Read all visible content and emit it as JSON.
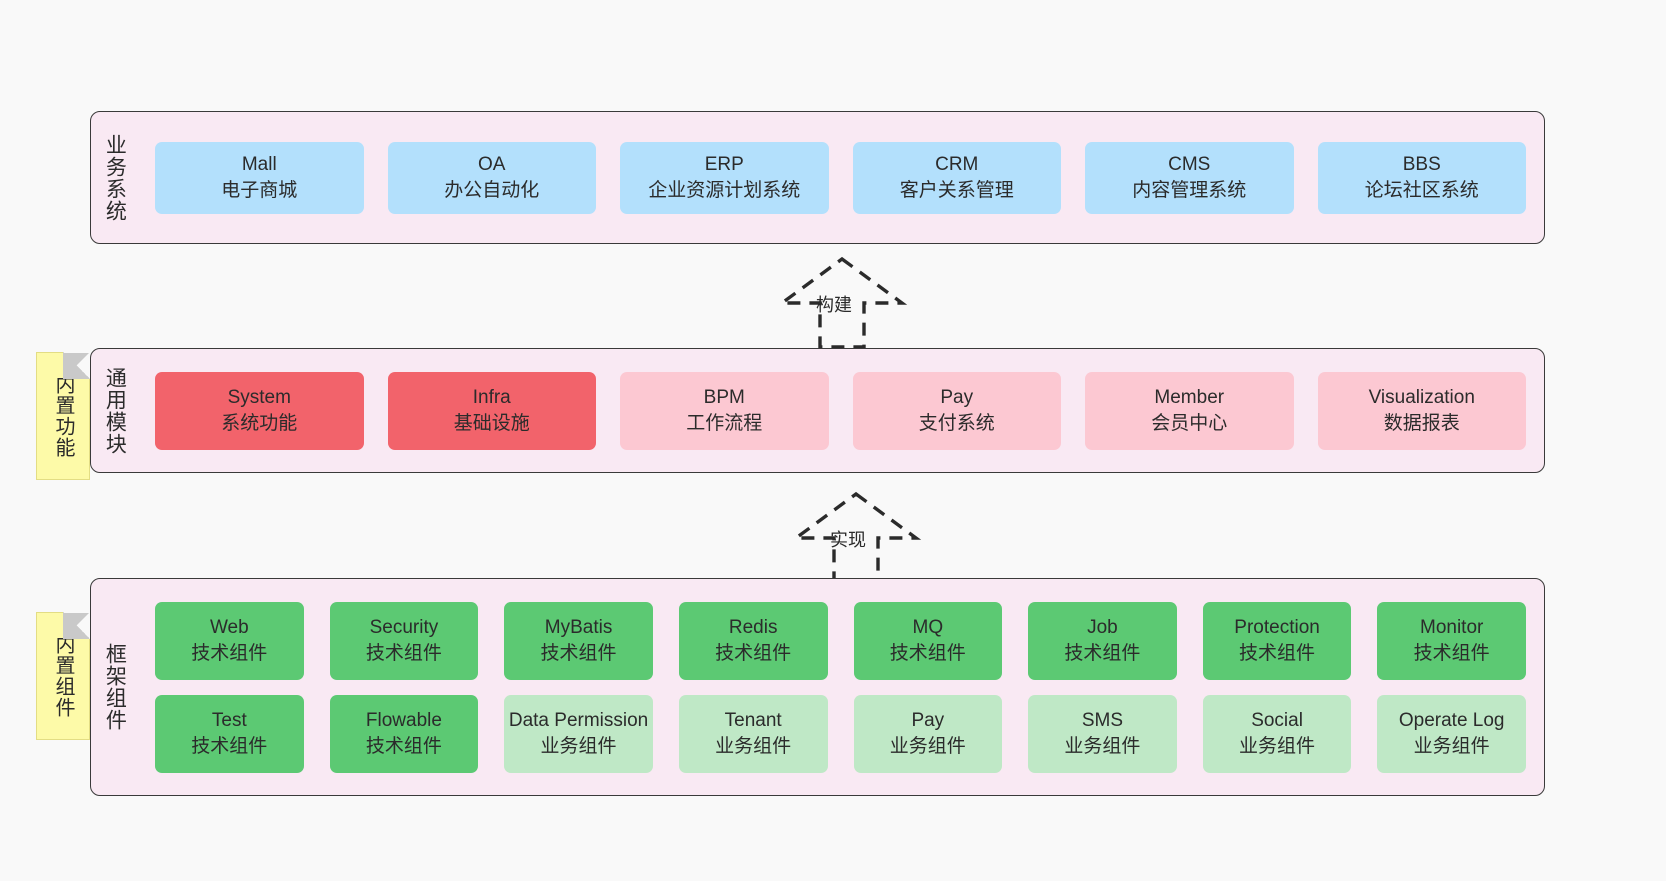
{
  "diagram": {
    "title": "System Architecture Layers",
    "background": "#f9f9f9",
    "colors": {
      "container_bg": "#f9e9f3",
      "container_border": "#3a3a3a",
      "business_node": "#b3e0fc",
      "module_core": "#f2636b",
      "module_optional": "#fcc8d2",
      "tech_component": "#5cc973",
      "biz_component": "#bfe8c6",
      "sticky_note": "#fdfaa8"
    }
  },
  "business_layer": {
    "label": "业务系统",
    "nodes": [
      {
        "en": "Mall",
        "cn": "电子商城"
      },
      {
        "en": "OA",
        "cn": "办公自动化"
      },
      {
        "en": "ERP",
        "cn": "企业资源计划系统"
      },
      {
        "en": "CRM",
        "cn": "客户关系管理"
      },
      {
        "en": "CMS",
        "cn": "内容管理系统"
      },
      {
        "en": "BBS",
        "cn": "论坛社区系统"
      }
    ]
  },
  "arrow_build": {
    "label": "构建",
    "style": "dashed-hollow-up"
  },
  "common_layer": {
    "label": "通用模块",
    "sticky": "内置功能",
    "nodes": [
      {
        "en": "System",
        "cn": "系统功能",
        "tone": "core"
      },
      {
        "en": "Infra",
        "cn": "基础设施",
        "tone": "core"
      },
      {
        "en": "BPM",
        "cn": "工作流程",
        "tone": "optional"
      },
      {
        "en": "Pay",
        "cn": "支付系统",
        "tone": "optional"
      },
      {
        "en": "Member",
        "cn": "会员中心",
        "tone": "optional"
      },
      {
        "en": "Visualization",
        "cn": "数据报表",
        "tone": "optional"
      }
    ]
  },
  "arrow_impl": {
    "label": "实现",
    "style": "dashed-hollow-up"
  },
  "framework_layer": {
    "label": "框架组件",
    "sticky": "内置组件",
    "row_tech": [
      {
        "en": "Web",
        "cn": "技术组件"
      },
      {
        "en": "Security",
        "cn": "技术组件"
      },
      {
        "en": "MyBatis",
        "cn": "技术组件"
      },
      {
        "en": "Redis",
        "cn": "技术组件"
      },
      {
        "en": "MQ",
        "cn": "技术组件"
      },
      {
        "en": "Job",
        "cn": "技术组件"
      },
      {
        "en": "Protection",
        "cn": "技术组件"
      },
      {
        "en": "Monitor",
        "cn": "技术组件"
      }
    ],
    "row_biz": [
      {
        "en": "Test",
        "cn": "技术组件",
        "tone": "tech"
      },
      {
        "en": "Flowable",
        "cn": "技术组件",
        "tone": "tech"
      },
      {
        "en": "Data Permission",
        "cn": "业务组件",
        "tone": "biz"
      },
      {
        "en": "Tenant",
        "cn": "业务组件",
        "tone": "biz"
      },
      {
        "en": "Pay",
        "cn": "业务组件",
        "tone": "biz"
      },
      {
        "en": "SMS",
        "cn": "业务组件",
        "tone": "biz"
      },
      {
        "en": "Social",
        "cn": "业务组件",
        "tone": "biz"
      },
      {
        "en": "Operate Log",
        "cn": "业务组件",
        "tone": "biz"
      }
    ]
  }
}
